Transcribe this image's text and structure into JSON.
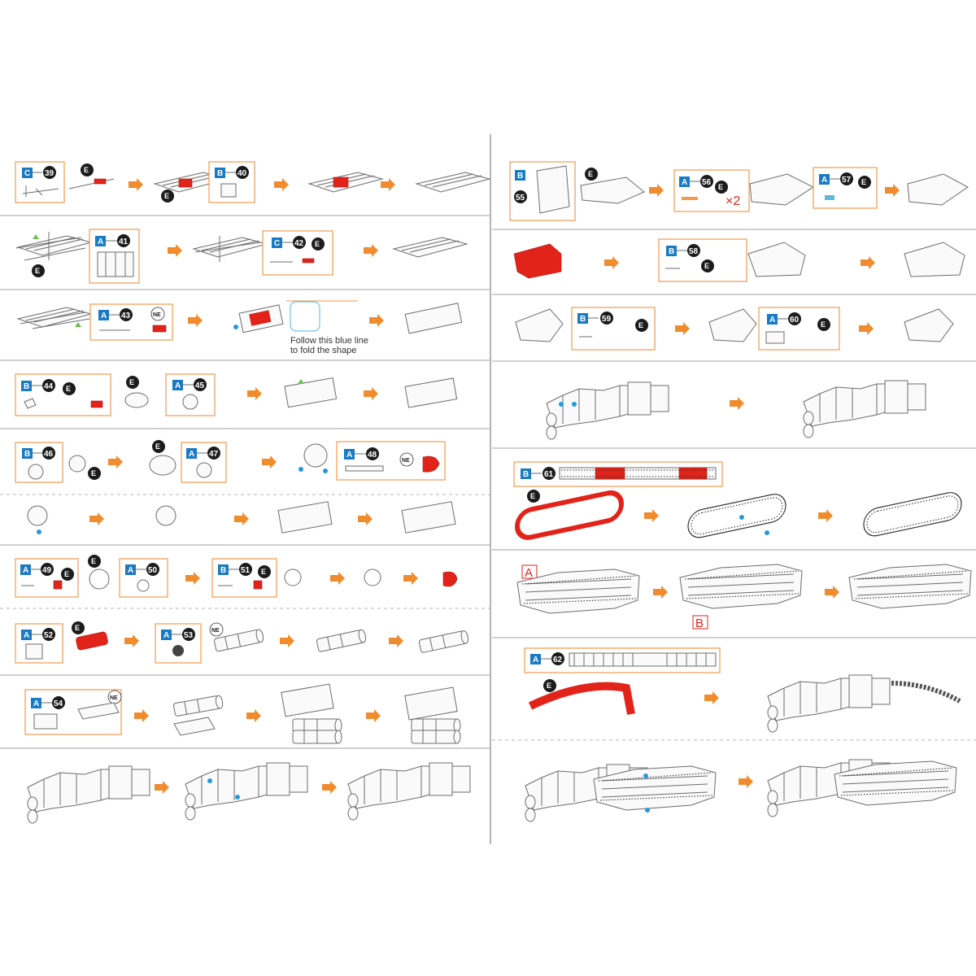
{
  "steps": {
    "s39": {
      "sheet": "C",
      "num": "39"
    },
    "s40": {
      "sheet": "B",
      "num": "40"
    },
    "s41": {
      "sheet": "A",
      "num": "41"
    },
    "s42": {
      "sheet": "C",
      "num": "42"
    },
    "s43": {
      "sheet": "A",
      "num": "43"
    },
    "s44": {
      "sheet": "B",
      "num": "44"
    },
    "s45": {
      "sheet": "A",
      "num": "45"
    },
    "s46": {
      "sheet": "B",
      "num": "46"
    },
    "s47": {
      "sheet": "A",
      "num": "47"
    },
    "s48": {
      "sheet": "A",
      "num": "48"
    },
    "s49": {
      "sheet": "A",
      "num": "49"
    },
    "s50": {
      "sheet": "A",
      "num": "50"
    },
    "s51": {
      "sheet": "B",
      "num": "51"
    },
    "s52": {
      "sheet": "A",
      "num": "52"
    },
    "s53": {
      "sheet": "A",
      "num": "53"
    },
    "s54": {
      "sheet": "A",
      "num": "54"
    },
    "s55": {
      "sheet": "B",
      "num": "55"
    },
    "s56": {
      "sheet": "A",
      "num": "56"
    },
    "s57": {
      "sheet": "A",
      "num": "57"
    },
    "s58": {
      "sheet": "B",
      "num": "58"
    },
    "s59": {
      "sheet": "B",
      "num": "59"
    },
    "s60": {
      "sheet": "A",
      "num": "60"
    },
    "s61": {
      "sheet": "B",
      "num": "61"
    },
    "s62": {
      "sheet": "A",
      "num": "62"
    }
  },
  "badges": {
    "e": "E",
    "ne": "NE"
  },
  "note": {
    "line1": "Follow  this blue line",
    "line2": "to fold the shape"
  },
  "multiplier": "×2",
  "track_labels": {
    "a": "A",
    "b": "B"
  },
  "colors": {
    "accent_arrow": "#f18c2e",
    "box_border": "#f39a4c",
    "sheet_tag": "#1a7ac3",
    "highlight": "#e2231a",
    "dot": "#1f9be0",
    "marker": "#69c04b"
  }
}
